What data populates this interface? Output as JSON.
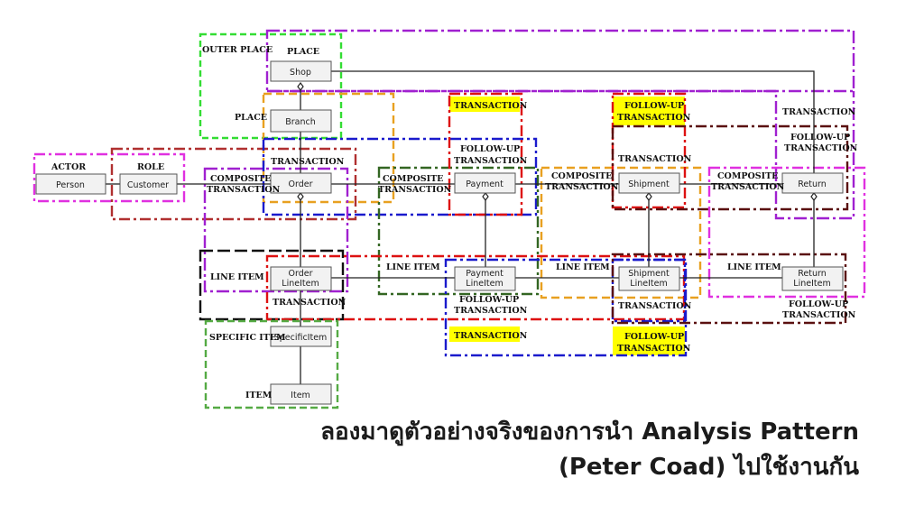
{
  "diagram": {
    "nodes": {
      "shop": "Shop",
      "branch": "Branch",
      "person": "Person",
      "customer": "Customer",
      "order": "Order",
      "payment": "Payment",
      "shipment": "Shipment",
      "return": "Return",
      "order_line_1": "Order",
      "order_line_2": "LineItem",
      "payment_line_1": "Payment",
      "payment_line_2": "LineItem",
      "shipment_line_1": "Shipment",
      "shipment_line_2": "LineItem",
      "return_line_1": "Return",
      "return_line_2": "LineItem",
      "specific_item": "SpecificItem",
      "item": "Item"
    },
    "labels": {
      "outer_place": "OUTER PLACE",
      "place_top": "PLACE",
      "place_left": "PLACE",
      "actor": "ACTOR",
      "role": "ROLE",
      "transaction_order": "TRANSACTION",
      "composite_1a": "COMPOSITE",
      "composite_1b": "TRANSACTION",
      "composite_2a": "COMPOSITE",
      "composite_2b": "TRANSACTION",
      "composite_3a": "COMPOSITE",
      "composite_3b": "TRANSACTION",
      "composite_4a": "COMPOSITE",
      "composite_4b": "TRANSACTION",
      "transaction_yellow_top": "TRANSACTION",
      "followup_yellow_top_a": "FOLLOW-UP",
      "followup_yellow_top_b": "TRANSACTION",
      "followup_payment_a": "FOLLOW-UP",
      "followup_payment_b": "TRANSACTION",
      "transaction_shipment": "TRANSACTION",
      "transaction_return": "TRANSACTION",
      "followup_return_a": "FOLLOW-UP",
      "followup_return_b": "TRANSACTION",
      "line_item_left": "LINE ITEM",
      "line_item_2": "LINE ITEM",
      "line_item_3": "LINE ITEM",
      "line_item_4": "LINE ITEM",
      "transaction_orderline": "TRANSACTION",
      "followup_payline_a": "FOLLOW-UP",
      "followup_payline_b": "TRANSACTION",
      "transaction_yellow_bottom": "TRANSACTION",
      "transaction_shipline": "TRANSACTION",
      "followup_yellow_bottom_a": "FOLLOW-UP",
      "followup_yellow_bottom_b": "TRANSACTION",
      "followup_returnline_a": "FOLLOW-UP",
      "followup_returnline_b": "TRANSACTION",
      "specific_item": "SPECIFIC ITEM",
      "item": "ITEM"
    },
    "colors": {
      "green": "#33dd33",
      "purple": "#a020d0",
      "orange": "#e8a020",
      "magenta": "#e030e0",
      "brown": "#b03030",
      "blue": "#1a1acc",
      "darkgreen": "#336622",
      "red": "#dd1111",
      "darkred": "#5a1010",
      "black": "#111111",
      "moss": "#55aa44",
      "highlight": "#ffff00"
    }
  },
  "caption": {
    "line1": "ลองมาดูตัวอย่างจริงของการนำ Analysis Pattern",
    "line2": "(Peter Coad) ไปใช้งานกัน"
  }
}
